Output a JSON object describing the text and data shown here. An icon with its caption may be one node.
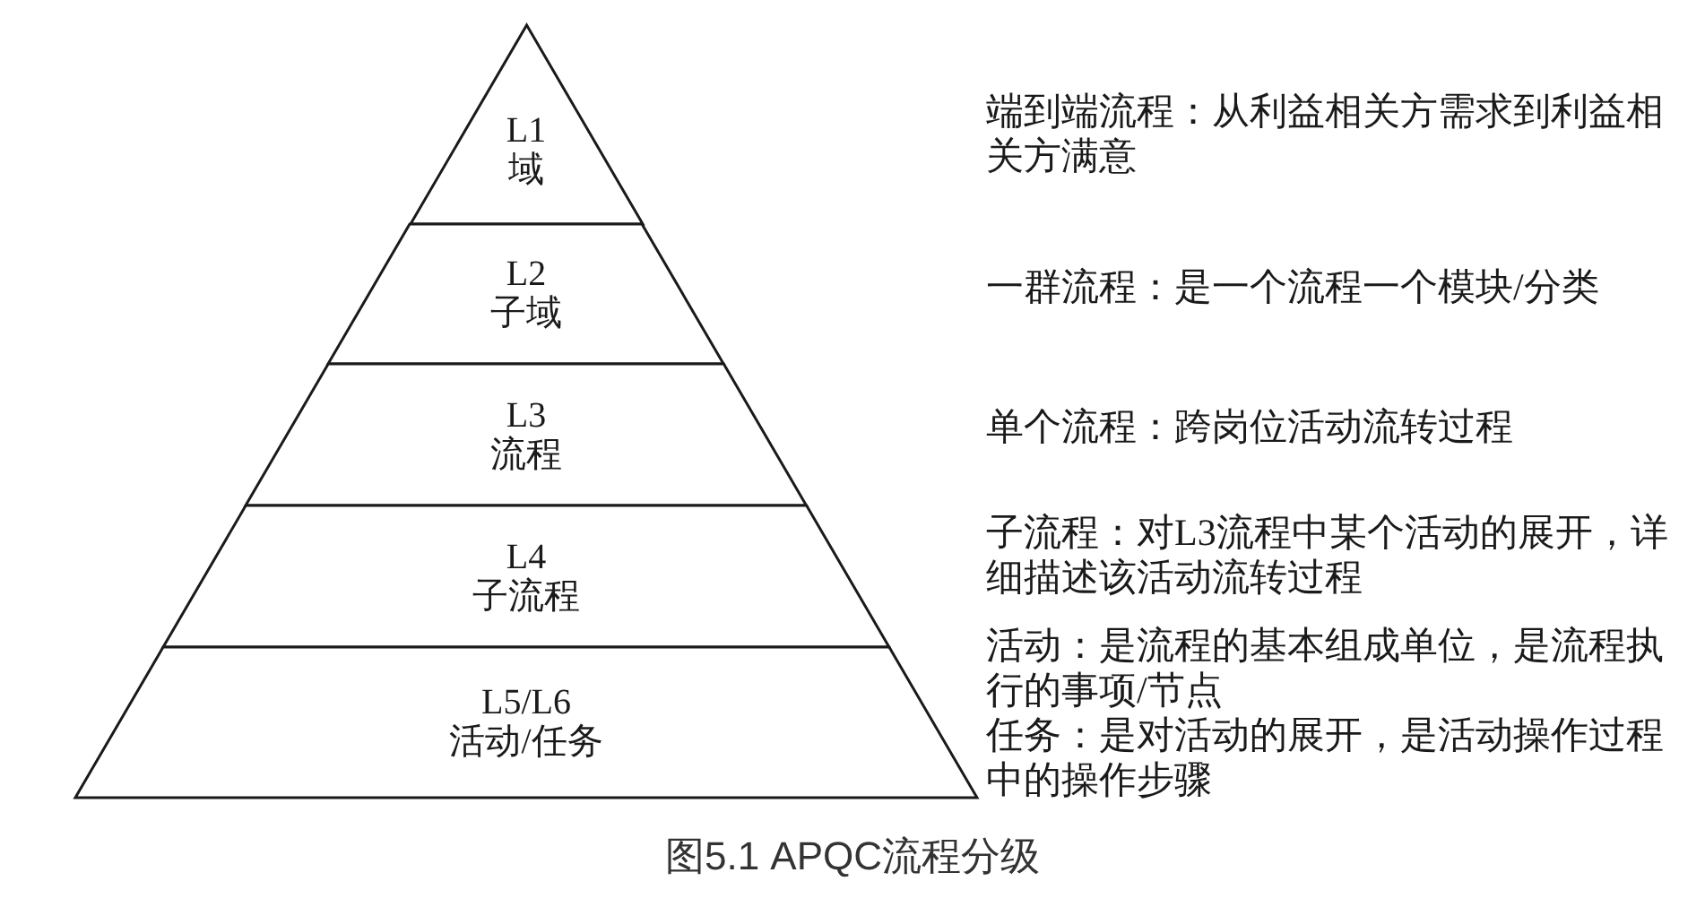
{
  "diagram": {
    "caption": "图5.1 APQC流程分级",
    "nodes": [
      {
        "text": [
          "L1",
          "域"
        ]
      },
      {
        "text": [
          "L2",
          "子域"
        ]
      },
      {
        "text": [
          "L3",
          "流程"
        ]
      },
      {
        "text": [
          "L4",
          "子流程"
        ]
      },
      {
        "text": [
          "L5/L6",
          "活动/任务"
        ]
      }
    ],
    "labels": [
      "端到端流程：从利益相关方需求到利益相关方满意",
      "一群流程：是一个流程一个模块/分类",
      "单个流程：跨岗位活动流转过程",
      "子流程：对L3流程中某个活动的展开，详细描述该活动流转过程",
      "活动：是流程的基本组成单位，是流程执行的事项/节点",
      "任务：是对活动的展开，是活动操作过程中的操作步骤"
    ]
  }
}
